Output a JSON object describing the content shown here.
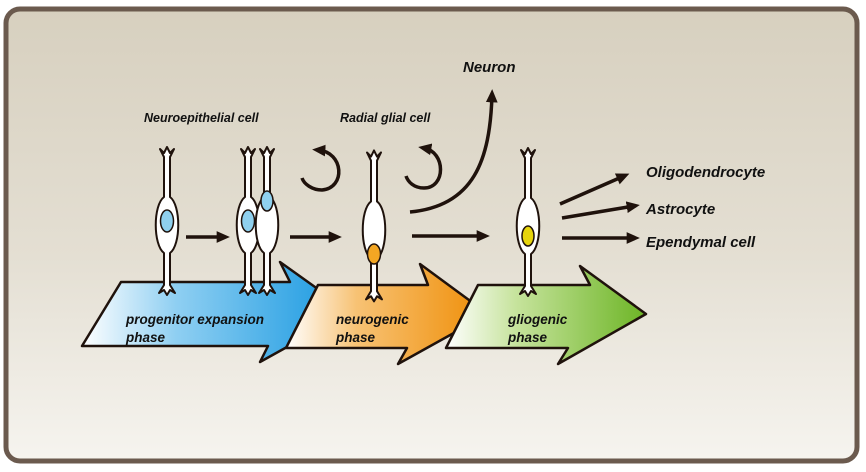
{
  "labels": {
    "neuroepithelial": "Neuroepithelial cell",
    "radial_glial": "Radial glial cell",
    "neuron": "Neuron",
    "oligodendrocyte": "Oligodendrocyte",
    "astrocyte": "Astrocyte",
    "ependymal": "Ependymal cell"
  },
  "phases": [
    {
      "line1": "progenitor expansion",
      "line2": "phase"
    },
    {
      "line1": "neurogenic",
      "line2": "phase"
    },
    {
      "line1": "gliogenic",
      "line2": "phase"
    }
  ],
  "colors": {
    "background_top": "#d7d0bf",
    "background_bottom": "#f6f4ef",
    "frame": "#6b5a4e",
    "phase1": "#1aa0e6",
    "phase2": "#f0930a",
    "phase3": "#74b92d",
    "nucleus_blue": "#8fd0ee",
    "nucleus_orange": "#f3a623",
    "nucleus_yellow": "#e6d40c",
    "arrow": "#1f120c"
  }
}
